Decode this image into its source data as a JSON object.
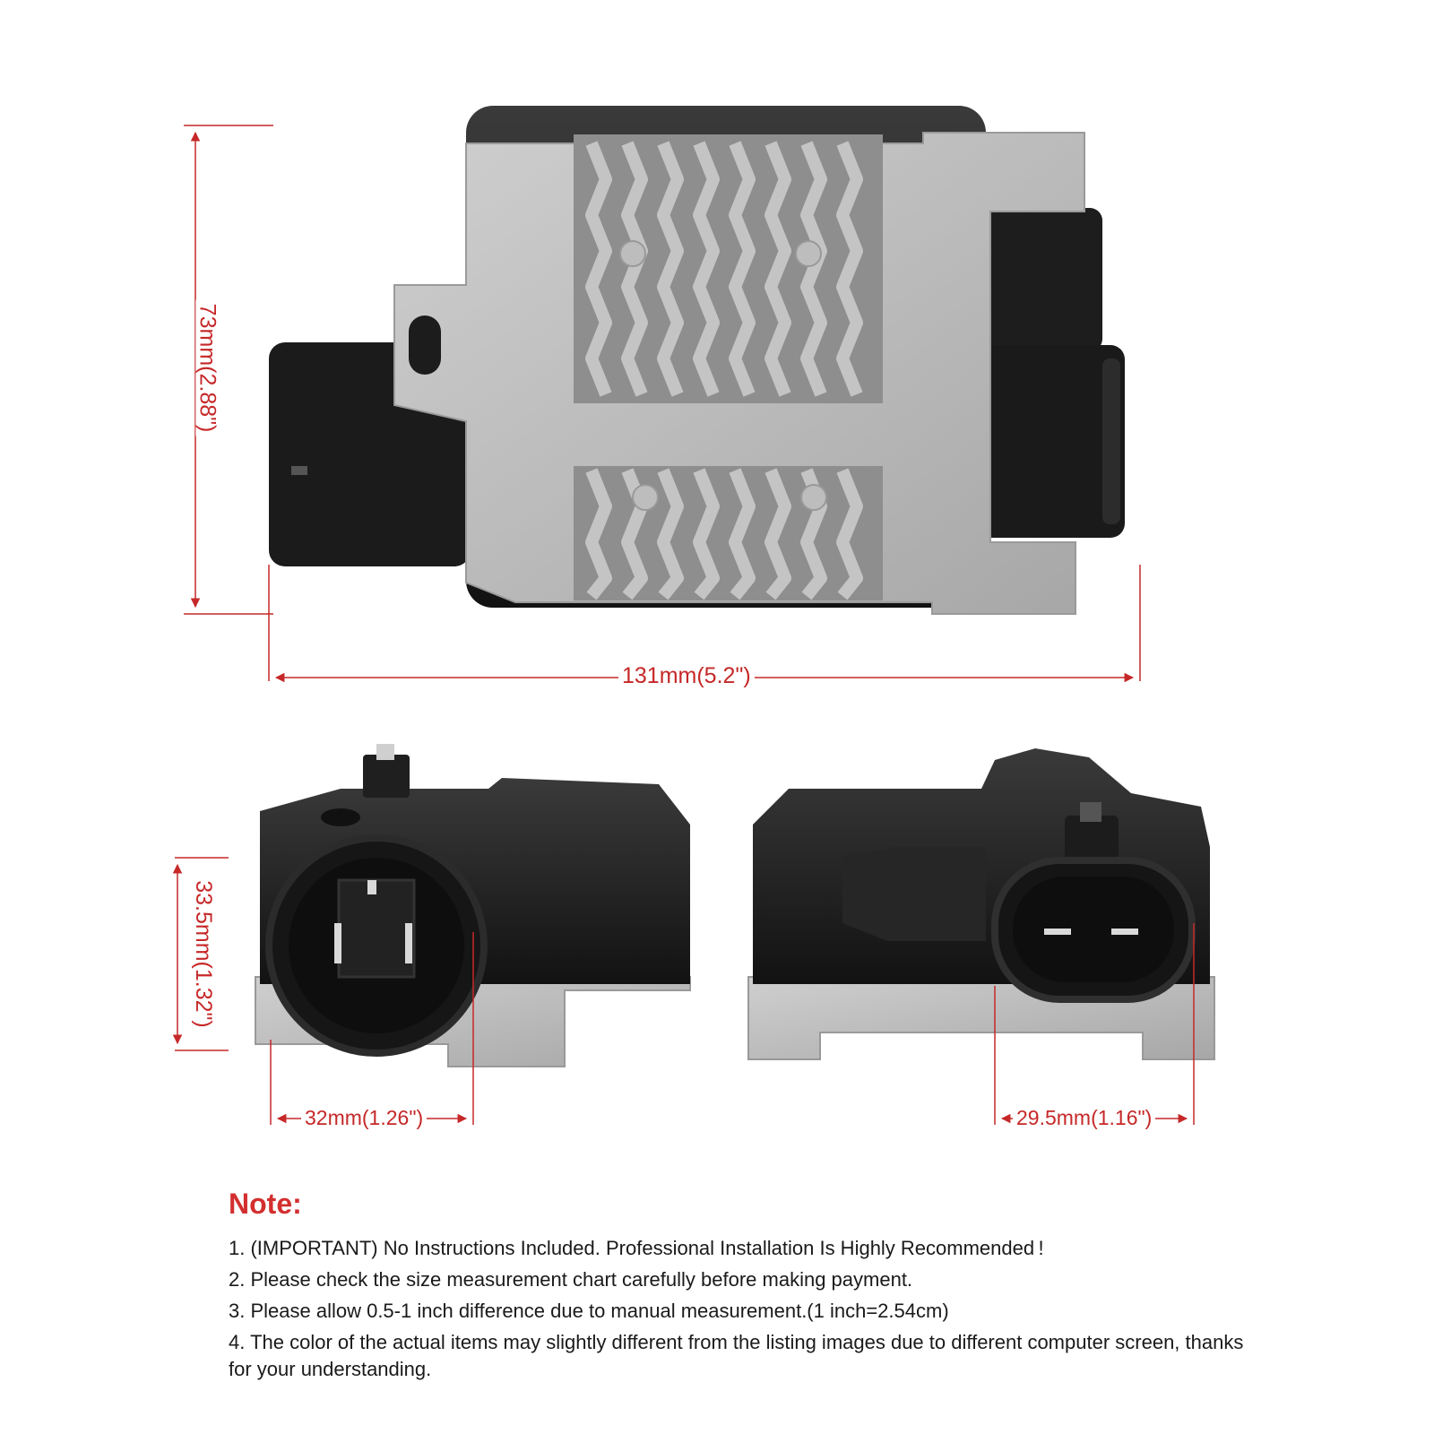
{
  "colors": {
    "dimension_red": "#c62828",
    "note_title_red": "#d32f2f",
    "aluminum": "#b9b9b9",
    "plastic_black": "#1e1e1e"
  },
  "dimensions": {
    "height_top": "73mm(2.88\")",
    "width_top": "131mm(5.2\")",
    "height_side": "33.5mm(1.32\")",
    "connector_left": "32mm(1.26\")",
    "connector_right": "29.5mm(1.16\")"
  },
  "note": {
    "title": "Note:",
    "items": [
      "1. (IMPORTANT) No Instructions Included. Professional Installation Is Highly Recommended !",
      "2. Please check the size measurement chart carefully before making payment.",
      "3. Please allow 0.5-1 inch difference due to manual measurement.(1 inch=2.54cm)",
      "4. The color of the actual items may slightly different from the listing images due to different computer screen, thanks for your understanding."
    ]
  }
}
